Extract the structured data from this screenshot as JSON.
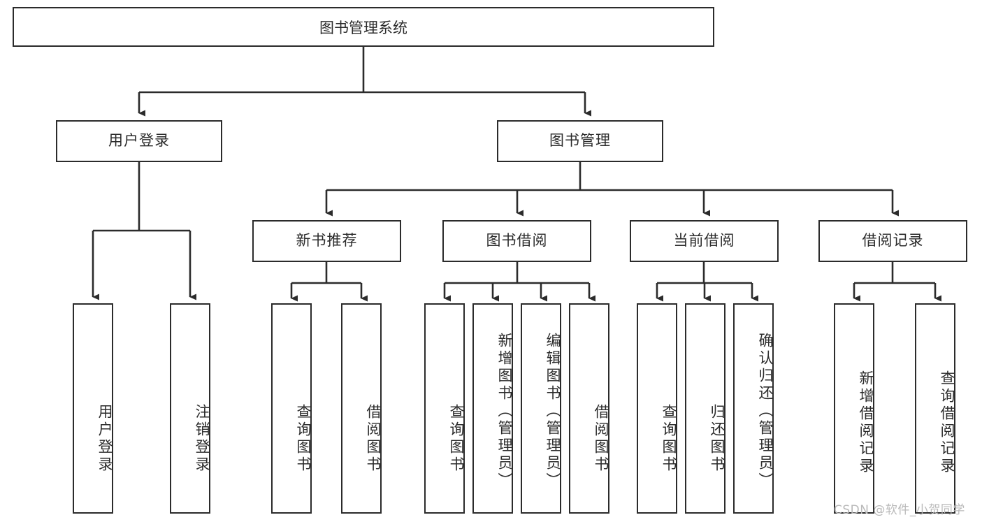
{
  "diagram": {
    "title": "图书管理系统",
    "type": "tree-hierarchy",
    "orientation": "top-down",
    "colors": {
      "stroke": "#2b2b2b",
      "fill": "#ffffff",
      "background": "#ffffff",
      "watermark": "#b9b9b9"
    },
    "nodes": {
      "root": {
        "label": "图书管理系统"
      },
      "level1": [
        {
          "label": "用户登录"
        },
        {
          "label": "图书管理"
        }
      ],
      "level2": [
        {
          "label": "新书推荐"
        },
        {
          "label": "图书借阅"
        },
        {
          "label": "当前借阅"
        },
        {
          "label": "借阅记录"
        }
      ],
      "leaves": {
        "user_login": [
          {
            "label": "用户登录"
          },
          {
            "label": "注销登录"
          }
        ],
        "new_book_recommend": [
          {
            "label": "查询图书"
          },
          {
            "label": "借阅图书"
          }
        ],
        "book_borrow": [
          {
            "label": "查询图书"
          },
          {
            "label": "新增图书（管理员）"
          },
          {
            "label": "编辑图书（管理员）"
          },
          {
            "label": "借阅图书"
          }
        ],
        "current_borrow": [
          {
            "label": "查询图书"
          },
          {
            "label": "归还图书"
          },
          {
            "label": "确认归还（管理员）"
          }
        ],
        "borrow_records": [
          {
            "label": "新增借阅记录"
          },
          {
            "label": "查询借阅记录"
          }
        ]
      }
    },
    "watermark": "CSDN @软件_小贺同学"
  }
}
